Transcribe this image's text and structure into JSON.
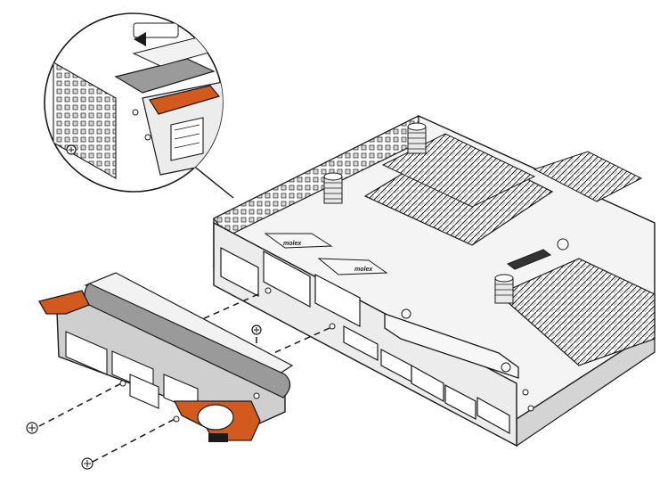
{
  "figure": {
    "background": "#ffffff",
    "colors": {
      "bezel_accent": "#d35a1f",
      "bezel_accent_dark": "#a8431a",
      "outline": "#1a1a1a",
      "metal_light": "#f2f2f2",
      "metal_mid": "#cfcfcf",
      "metal_dark": "#8c8c8c",
      "heatsink": "#e6e6e6"
    },
    "port_brand_labels": [
      "molex",
      "molex"
    ],
    "icons": [
      "screw-icon",
      "magnifier-callout",
      "sfp-port-cage",
      "heatsink-fins",
      "captive-thumbscrew"
    ]
  }
}
